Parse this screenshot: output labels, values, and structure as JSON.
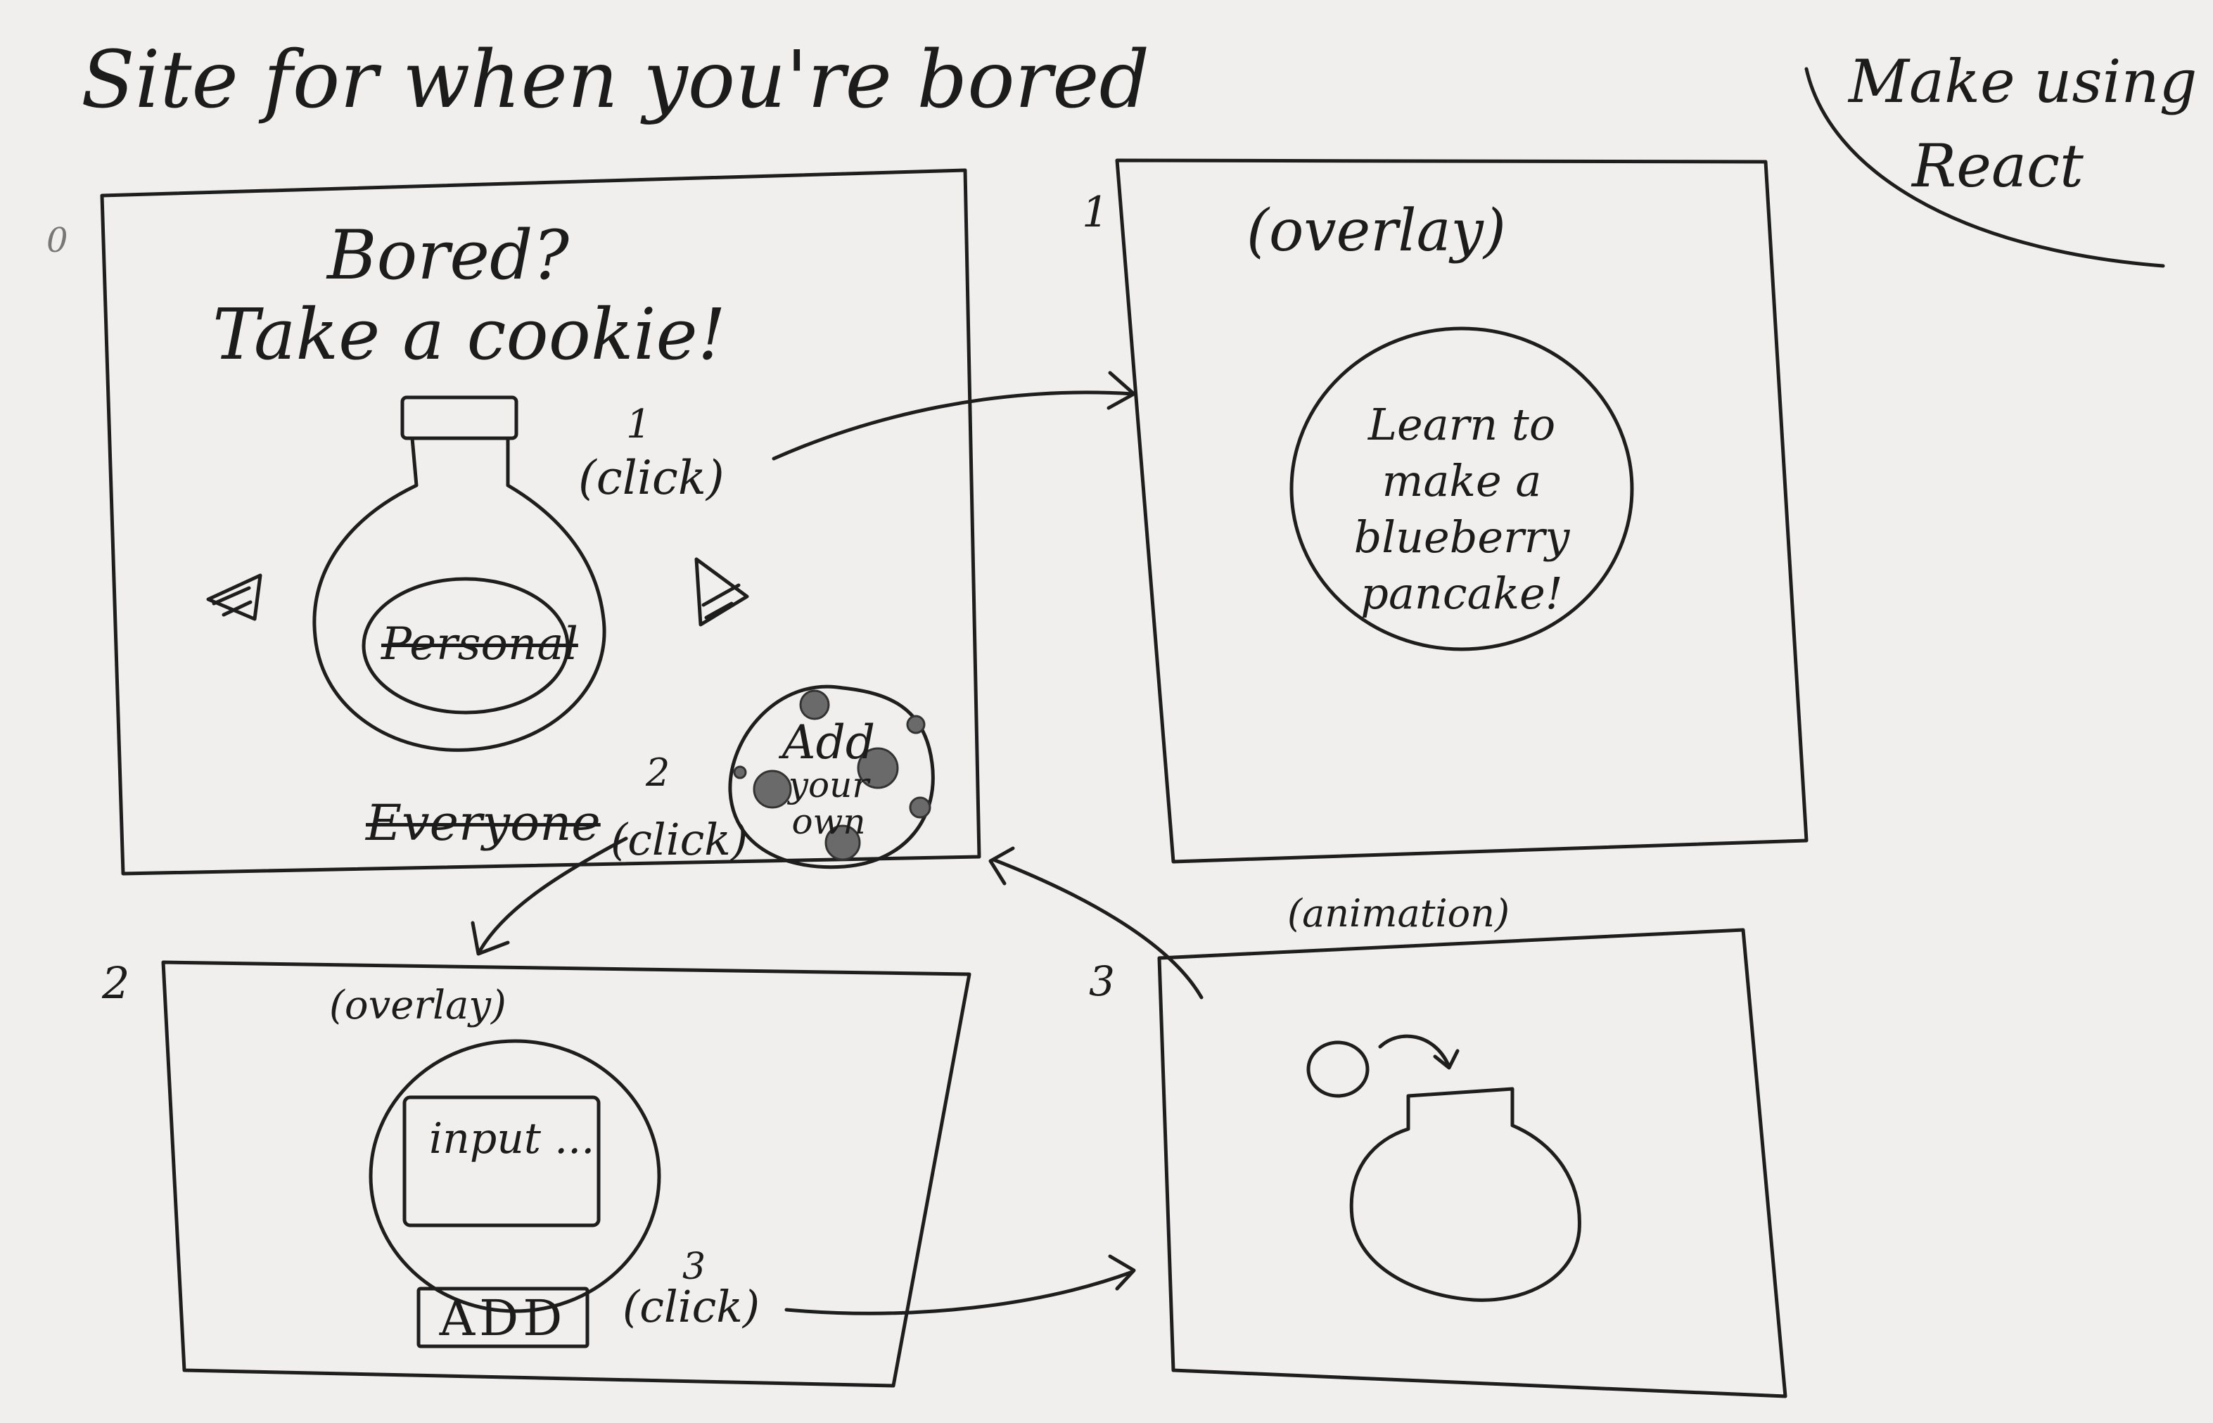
{
  "page_title": "Site for when you're bored",
  "note": {
    "line1": "Make using",
    "line2": "React"
  },
  "frame0": {
    "number": "0",
    "heading_line1": "Bored?",
    "heading_line2": "Take a cookie!",
    "jar_label": "Personal",
    "below_jar_label": "Everyone",
    "add_cookie_line1": "Add",
    "add_cookie_line2": "your",
    "add_cookie_line3": "own",
    "step1_number": "1",
    "step1_action": "(click)",
    "step2_number": "2",
    "step2_action": "(click)"
  },
  "frame1": {
    "number": "1",
    "caption": "(overlay)",
    "message_line1": "Learn to",
    "message_line2": "make a",
    "message_line3": "blueberry",
    "message_line4": "pancake!"
  },
  "frame2": {
    "number": "2",
    "caption": "(overlay)",
    "input_placeholder": "input ...",
    "add_button": "ADD",
    "step3_number": "3",
    "step3_action": "(click)"
  },
  "frame3": {
    "number": "3",
    "caption": "(animation)"
  },
  "icons": {
    "left_arrow": "left-arrow-icon",
    "right_arrow": "right-arrow-icon",
    "jar": "cookie-jar-icon",
    "cookie": "cookie-icon"
  }
}
